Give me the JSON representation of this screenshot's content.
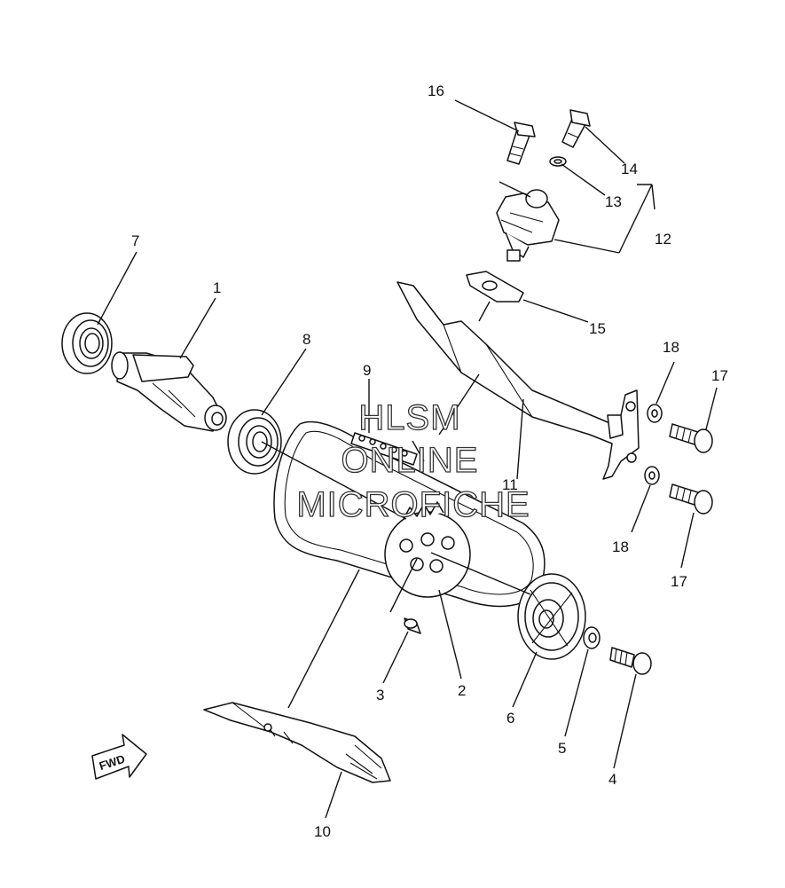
{
  "callouts": {
    "c1": "1",
    "c2": "2",
    "c3": "3",
    "c4": "4",
    "c5": "5",
    "c6": "6",
    "c7": "7",
    "c8": "8",
    "c9": "9",
    "c10": "10",
    "c11": "11",
    "c12": "12",
    "c13": "13",
    "c14": "14",
    "c15": "15",
    "c16": "16",
    "c17a": "17",
    "c17b": "17",
    "c18a": "18",
    "c18b": "18"
  },
  "watermark": {
    "line1": "HLSM",
    "line2": "ONLINE",
    "line3": "MICROFICHE"
  },
  "fwd_label": "FWD"
}
